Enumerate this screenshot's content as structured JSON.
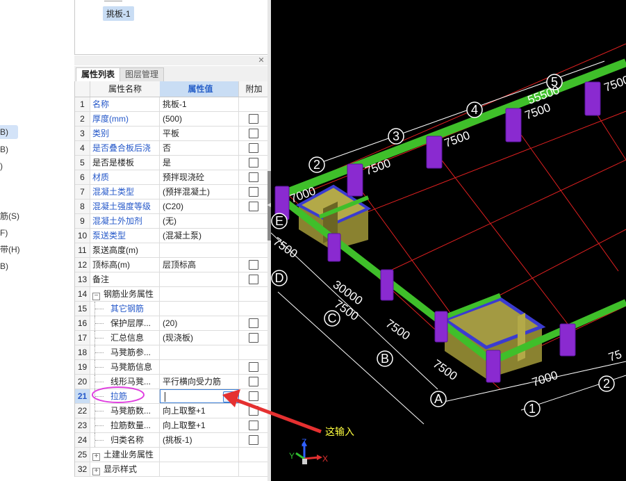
{
  "left_menu": [
    "B)",
    "B)",
    ")",
    "筋(S)",
    "F)",
    "带(H)",
    "B)"
  ],
  "tree": {
    "node": "挑板-1"
  },
  "tabs": {
    "attr": "属性列表",
    "layer": "图层管理"
  },
  "grid": {
    "headers": {
      "name": "属性名称",
      "value": "属性值",
      "extra": "附加"
    },
    "rows": [
      {
        "num": "1",
        "name": "名称",
        "value": "挑板-1",
        "blue": true,
        "check": false
      },
      {
        "num": "2",
        "name": "厚度(mm)",
        "value": "(500)",
        "blue": true,
        "check": true
      },
      {
        "num": "3",
        "name": "类别",
        "value": "平板",
        "blue": true,
        "check": true
      },
      {
        "num": "4",
        "name": "是否叠合板后浇",
        "value": "否",
        "blue": true,
        "check": true
      },
      {
        "num": "5",
        "name": "是否是楼板",
        "value": "是",
        "blue": false,
        "check": true
      },
      {
        "num": "6",
        "name": "材质",
        "value": "预拌现浇砼",
        "blue": true,
        "check": true
      },
      {
        "num": "7",
        "name": "混凝土类型",
        "value": "(预拌混凝土)",
        "blue": true,
        "check": true
      },
      {
        "num": "8",
        "name": "混凝土强度等级",
        "value": "(C20)",
        "blue": true,
        "check": true
      },
      {
        "num": "9",
        "name": "混凝土外加剂",
        "value": "(无)",
        "blue": true,
        "check": false
      },
      {
        "num": "10",
        "name": "泵送类型",
        "value": "(混凝土泵)",
        "blue": true,
        "check": false
      },
      {
        "num": "11",
        "name": "泵送高度(m)",
        "value": "",
        "blue": false,
        "check": false
      },
      {
        "num": "12",
        "name": "顶标高(m)",
        "value": "层顶标高",
        "blue": false,
        "check": true
      },
      {
        "num": "13",
        "name": "备注",
        "value": "",
        "blue": false,
        "check": true
      },
      {
        "num": "14",
        "name": "钢筋业务属性",
        "value": "",
        "group": "minus"
      },
      {
        "num": "15",
        "name": "其它钢筋",
        "value": "",
        "blue": true,
        "child": true,
        "check": false
      },
      {
        "num": "16",
        "name": "保护层厚...",
        "value": "(20)",
        "blue": false,
        "child": true,
        "check": true
      },
      {
        "num": "17",
        "name": "汇总信息",
        "value": "(现浇板)",
        "blue": false,
        "child": true,
        "check": true
      },
      {
        "num": "18",
        "name": "马凳筋参...",
        "value": "",
        "blue": false,
        "child": true,
        "check": false
      },
      {
        "num": "19",
        "name": "马凳筋信息",
        "value": "",
        "blue": false,
        "child": true,
        "check": true
      },
      {
        "num": "20",
        "name": "线形马凳...",
        "value": "平行横向受力筋",
        "blue": false,
        "child": true,
        "check": true
      },
      {
        "num": "21",
        "name": "拉筋",
        "value": "",
        "blue": true,
        "child": true,
        "check": true,
        "active": true
      },
      {
        "num": "22",
        "name": "马凳筋数...",
        "value": "向上取整+1",
        "blue": false,
        "child": true,
        "check": true
      },
      {
        "num": "23",
        "name": "拉筋数量...",
        "value": "向上取整+1",
        "blue": false,
        "child": true,
        "check": true
      },
      {
        "num": "24",
        "name": "归类名称",
        "value": "(挑板-1)",
        "blue": false,
        "child": true,
        "check": true
      },
      {
        "num": "25",
        "name": "土建业务属性",
        "value": "",
        "group": "plus"
      },
      {
        "num": "32",
        "name": "显示样式",
        "value": "",
        "group": "plus"
      }
    ]
  },
  "viewport": {
    "axis_labels": [
      "2",
      "3",
      "4",
      "5",
      "E",
      "D",
      "C",
      "B",
      "A",
      "1",
      "2"
    ],
    "dims": [
      "7000",
      "7500",
      "7500",
      "55500",
      "7500",
      "7500",
      "7500",
      "30000",
      "7500",
      "7500",
      "7500",
      "7000",
      "75"
    ],
    "annotation": "这输入",
    "triad": {
      "z": "Z",
      "y": "Y",
      "x": "X"
    }
  },
  "colors": {
    "beam": "#3fbf2a",
    "column": "#8a2ad0",
    "grid": "#e02020",
    "slab": "#a8a040",
    "annot": "#ffff40",
    "arrow": "#e53030",
    "circle": "#e040e0"
  }
}
